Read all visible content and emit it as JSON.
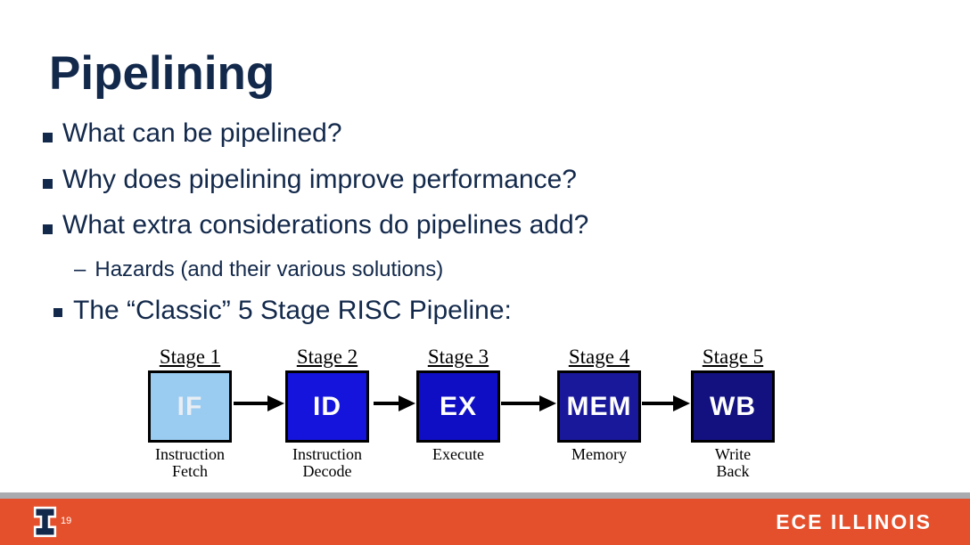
{
  "slide": {
    "title": "Pipelining",
    "bullets": [
      {
        "marker": "square",
        "text": "What can be pipelined?"
      },
      {
        "marker": "square",
        "text": "Why does pipelining improve performance?"
      },
      {
        "marker": "square",
        "text": "What extra considerations do pipelines add?"
      },
      {
        "marker": "–",
        "text": "Hazards (and their various solutions)"
      },
      {
        "marker": "square",
        "text": "The “Classic” 5 Stage RISC Pipeline:"
      }
    ],
    "diagram": {
      "stages": [
        {
          "stage_label": "Stage 1",
          "abbr": "IF",
          "caption_line1": "Instruction",
          "caption_line2": "Fetch",
          "fill": "#9ACBF0",
          "abbr_color": "#E8EEF4"
        },
        {
          "stage_label": "Stage 2",
          "abbr": "ID",
          "caption_line1": "Instruction",
          "caption_line2": "Decode",
          "fill": "#1414DC",
          "abbr_color": "#FFFFFF"
        },
        {
          "stage_label": "Stage 3",
          "abbr": "EX",
          "caption_line1": "Execute",
          "caption_line2": "",
          "fill": "#0F0EC4",
          "abbr_color": "#FFFFFF"
        },
        {
          "stage_label": "Stage 4",
          "abbr": "MEM",
          "caption_line1": "Memory",
          "caption_line2": "",
          "fill": "#19189B",
          "abbr_color": "#FFFFFF"
        },
        {
          "stage_label": "Stage 5",
          "abbr": "WB",
          "caption_line1": "Write",
          "caption_line2": "Back",
          "fill": "#131180",
          "abbr_color": "#FFFFFF"
        }
      ]
    },
    "footer": {
      "page_number": "19",
      "brand": "ECE ILLINOIS"
    },
    "colors": {
      "navy": "#13294B",
      "orange": "#E4502C",
      "gray_bar": "#A9ABAE"
    }
  }
}
